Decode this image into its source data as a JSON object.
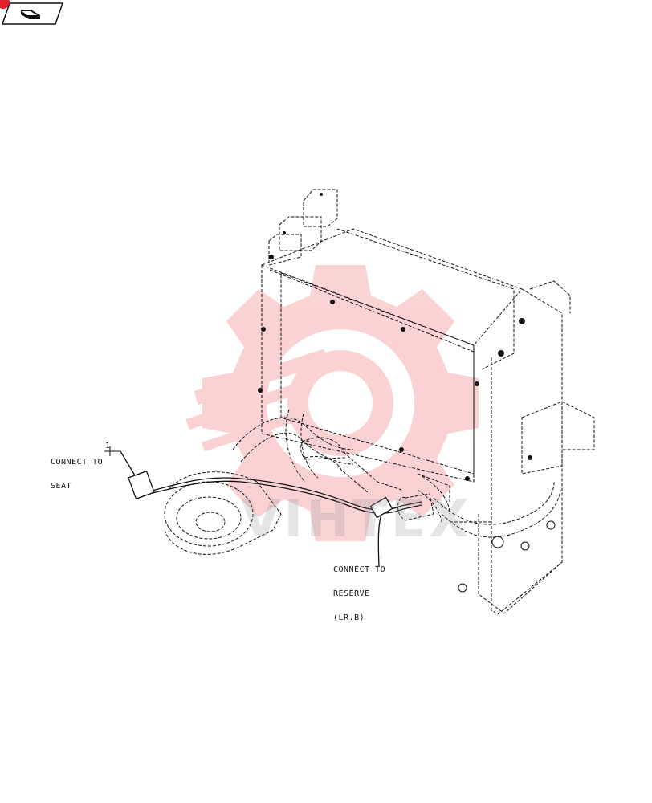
{
  "callouts": {
    "seat": {
      "line1": "CONNECT TO",
      "line2": "SEAT",
      "index": "1"
    },
    "reserve": {
      "line1": "CONNECT TO",
      "line2": "RESERVE",
      "line3": "(LR.B)"
    }
  },
  "watermark": {
    "text": "VIHTEX"
  },
  "colors": {
    "watermark": "#f7c7c9",
    "badge": "#e0202a",
    "line": "#111111"
  },
  "icons": {
    "nav": "book-icon"
  }
}
